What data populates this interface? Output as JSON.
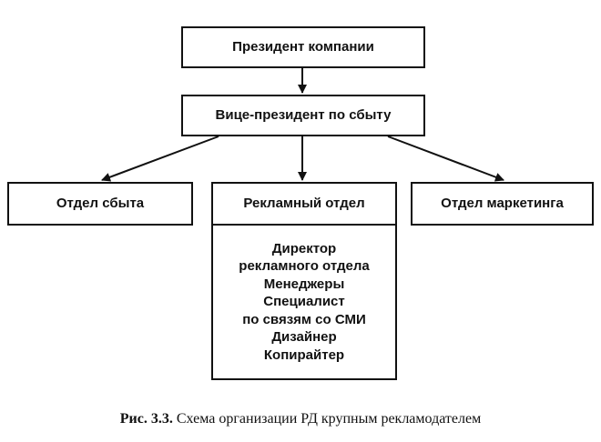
{
  "diagram": {
    "president": "Президент компании",
    "vice_president": "Вице-президент по сбыту",
    "departments": {
      "sales": "Отдел сбыта",
      "advertising": "Рекламный отдел",
      "marketing": "Отдел маркетинга"
    },
    "advertising_staff": [
      "Директор",
      "рекламного отдела",
      "Менеджеры",
      "Специалист",
      "по связям со СМИ",
      "Дизайнер",
      "Копирайтер"
    ]
  },
  "caption": {
    "label": "Рис. 3.3.",
    "text": "Схема организации РД крупным рекламодателем"
  }
}
